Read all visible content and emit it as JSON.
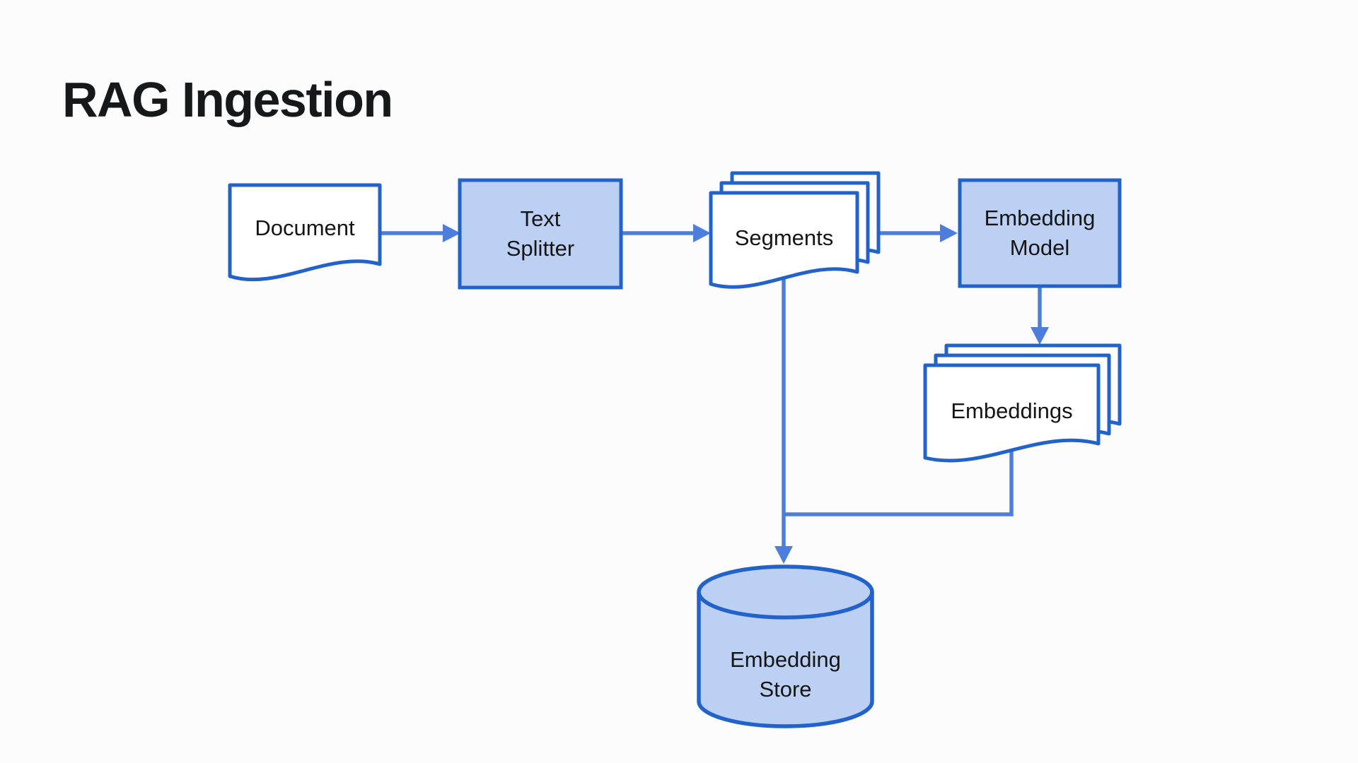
{
  "title": "RAG Ingestion",
  "colors": {
    "background": "#fcfcfc",
    "shape_border": "#2262cb",
    "connector": "#4d7edd",
    "fill_light_blue": "#bcd0f4",
    "fill_white": "#ffffff",
    "text": "#151515"
  },
  "nodes": {
    "document": {
      "label": "Document",
      "shape": "document"
    },
    "text_splitter": {
      "lines": [
        "Text",
        "Splitter"
      ],
      "shape": "rectangle"
    },
    "segments": {
      "label": "Segments",
      "shape": "stacked-documents"
    },
    "embedding_model": {
      "lines": [
        "Embedding",
        "Model"
      ],
      "shape": "rectangle"
    },
    "embeddings": {
      "label": "Embeddings",
      "shape": "stacked-documents"
    },
    "embedding_store": {
      "lines": [
        "Embedding",
        "Store"
      ],
      "shape": "cylinder"
    }
  },
  "edges": [
    {
      "from": "document",
      "to": "text_splitter",
      "style": "arrow-right"
    },
    {
      "from": "text_splitter",
      "to": "segments",
      "style": "arrow-right"
    },
    {
      "from": "segments",
      "to": "embedding_model",
      "style": "arrow-right"
    },
    {
      "from": "embedding_model",
      "to": "embeddings",
      "style": "arrow-down"
    },
    {
      "from": "segments",
      "to": "embedding_store",
      "style": "arrow-down"
    },
    {
      "from": "embeddings",
      "to": "embedding_store",
      "style": "elbow-join"
    }
  ]
}
